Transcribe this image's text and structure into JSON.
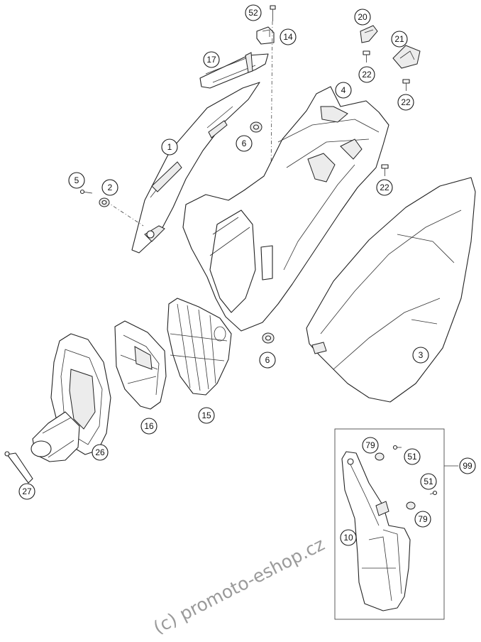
{
  "diagram": {
    "callouts": [
      {
        "id": "c52",
        "label": "52"
      },
      {
        "id": "c14",
        "label": "14"
      },
      {
        "id": "c20",
        "label": "20"
      },
      {
        "id": "c21",
        "label": "21"
      },
      {
        "id": "c22a",
        "label": "22"
      },
      {
        "id": "c22b",
        "label": "22"
      },
      {
        "id": "c22c",
        "label": "22"
      },
      {
        "id": "c17",
        "label": "17"
      },
      {
        "id": "c4",
        "label": "4"
      },
      {
        "id": "c1",
        "label": "1"
      },
      {
        "id": "c6a",
        "label": "6"
      },
      {
        "id": "c5",
        "label": "5"
      },
      {
        "id": "c2",
        "label": "2"
      },
      {
        "id": "c6b",
        "label": "6"
      },
      {
        "id": "c3",
        "label": "3"
      },
      {
        "id": "c15",
        "label": "15"
      },
      {
        "id": "c16",
        "label": "16"
      },
      {
        "id": "c26",
        "label": "26"
      },
      {
        "id": "c27",
        "label": "27"
      },
      {
        "id": "c79a",
        "label": "79"
      },
      {
        "id": "c51a",
        "label": "51"
      },
      {
        "id": "c51b",
        "label": "51"
      },
      {
        "id": "c79b",
        "label": "79"
      },
      {
        "id": "c10",
        "label": "10"
      },
      {
        "id": "c99",
        "label": "99"
      }
    ],
    "watermark": "(c) promoto-eshop.cz"
  }
}
